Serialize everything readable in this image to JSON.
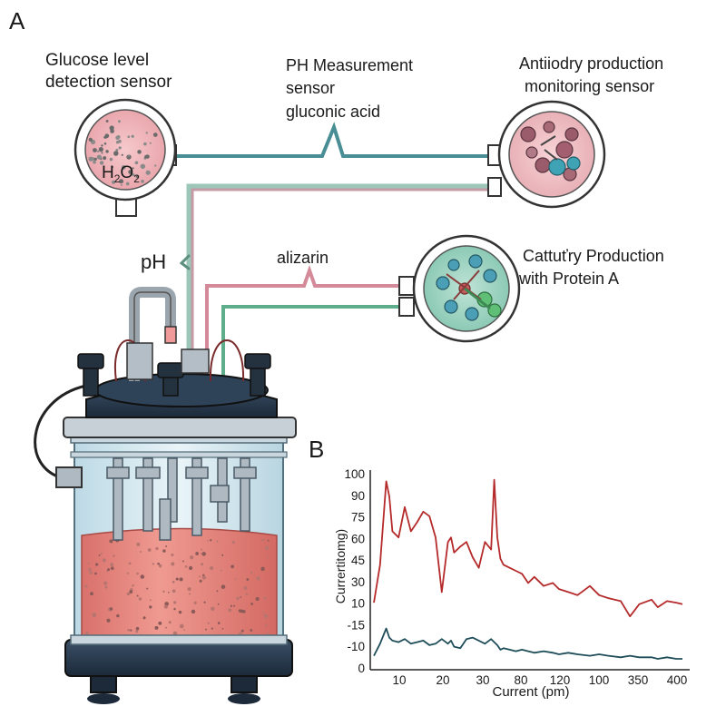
{
  "panel_a": {
    "letter": "A",
    "glucose_sensor": {
      "line1": "Glucose level",
      "line2": "detection sensor",
      "molecule_main": "H",
      "molecule_sub1": "2",
      "molecule_mid": "O",
      "molecule_sub2": "2"
    },
    "ph_sensor": {
      "line1": "PH Measurement",
      "line2": "sensor",
      "line3": "gluconic acid"
    },
    "antibody_sensor": {
      "line1": "Antiiodry production",
      "line2": "monitoring sensor"
    },
    "ph_marker": "pH",
    "alizarin_label": "alizarin",
    "catalytic_sensor": {
      "line1": "Cattuťry Production",
      "line2": "with Protein A"
    }
  },
  "panel_b": {
    "letter": "B"
  },
  "colors": {
    "red_line": "#b52a2a",
    "teal_line": "#1f4e5a",
    "broth": "#e8857d",
    "lid": "#243447",
    "glass": "#d9ecf3"
  },
  "chart_data": {
    "type": "line",
    "title": "",
    "xlabel": "Current (pm)",
    "ylabel": "Currertitomg)",
    "x_tick_labels": [
      "10",
      "20",
      "30",
      "80",
      "120",
      "100",
      "350",
      "400"
    ],
    "y_tick_labels": [
      "100",
      "90",
      "75",
      "60",
      "45",
      "30",
      "10",
      "-15",
      "-10",
      "0"
    ],
    "x": [
      0,
      0.2,
      0.4,
      0.5,
      0.6,
      0.8,
      1.0,
      1.2,
      1.4,
      1.6,
      1.8,
      2.0,
      2.2,
      2.4,
      2.5,
      2.6,
      2.8,
      3.0,
      3.2,
      3.4,
      3.6,
      3.8,
      3.9,
      4.0,
      4.1,
      4.2,
      4.4,
      4.6,
      4.8,
      5.0,
      5.2,
      5.5,
      5.8,
      6.0,
      6.3,
      6.6,
      7.0,
      7.3,
      7.6,
      8.0,
      8.3,
      8.6,
      9.0,
      9.2,
      9.5,
      9.8,
      10.0
    ],
    "series": [
      {
        "values": [
          15,
          40,
          95,
          85,
          62,
          58,
          78,
          62,
          68,
          75,
          72,
          58,
          22,
          55,
          58,
          48,
          52,
          55,
          45,
          38,
          55,
          50,
          96,
          58,
          44,
          40,
          38,
          36,
          34,
          28,
          32,
          26,
          28,
          24,
          22,
          20,
          26,
          20,
          18,
          16,
          6,
          14,
          17,
          12,
          16,
          15,
          14
        ]
      },
      {
        "values": [
          -20,
          -12,
          -2,
          -8,
          -10,
          -11,
          -9,
          -12,
          -11,
          -10,
          -13,
          -12,
          -9,
          -12,
          -10,
          -14,
          -15,
          -9,
          -8,
          -10,
          -12,
          -9,
          -11,
          -13,
          -16,
          -15,
          -16,
          -17,
          -16,
          -17,
          -18,
          -17,
          -18,
          -19,
          -18,
          -19,
          -20,
          -19,
          -20,
          -21,
          -20,
          -21,
          -21,
          -22,
          -21,
          -22,
          -22
        ]
      }
    ],
    "grid": false,
    "legend": "none"
  }
}
